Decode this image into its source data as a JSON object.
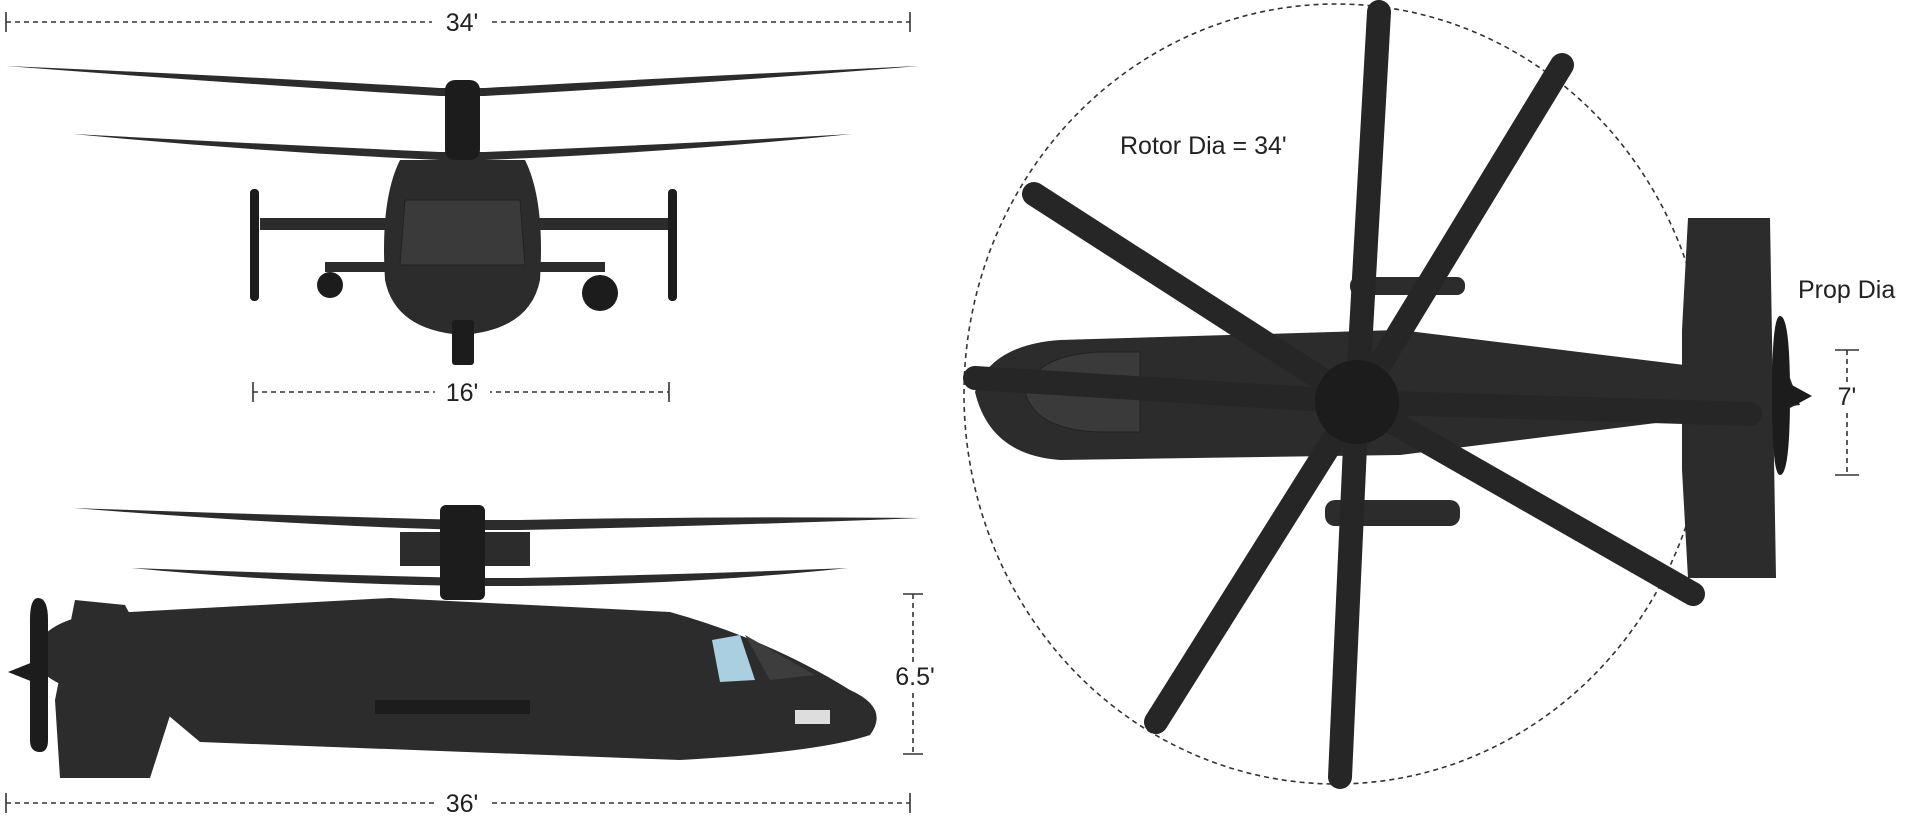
{
  "dimensions": {
    "front_rotor_span": "34'",
    "front_width": "16'",
    "side_length": "36'",
    "side_height": "6.5'",
    "rotor_diameter": "Rotor Dia = 34'",
    "prop_label": "Prop Dia",
    "prop_diameter": "7'"
  },
  "colors": {
    "aircraft": "#2c2c2c",
    "canopy": "#a9cfe0",
    "dimension_lines": "#333333"
  }
}
